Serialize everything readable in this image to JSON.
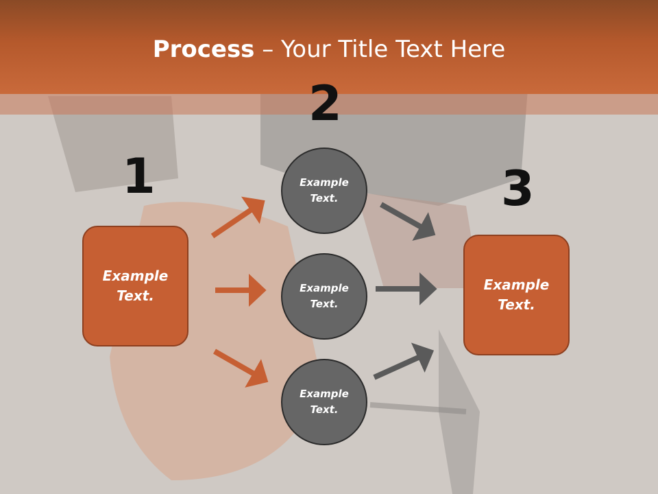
{
  "title": {
    "bold": "Process",
    "rest": " – Your Title Text Here"
  },
  "steps": [
    "1",
    "2",
    "3"
  ],
  "left_box": {
    "line1": "Example",
    "line2": "Text."
  },
  "right_box": {
    "line1": "Example",
    "line2": "Text."
  },
  "circles": [
    {
      "line1": "Example",
      "line2": "Text."
    },
    {
      "line1": "Example",
      "line2": "Text."
    },
    {
      "line1": "Example",
      "line2": "Text."
    }
  ],
  "colors": {
    "accent": "#c65f33",
    "circle": "#666666",
    "arrow_orange": "#c65f33",
    "arrow_gray": "#5a5a5a"
  }
}
